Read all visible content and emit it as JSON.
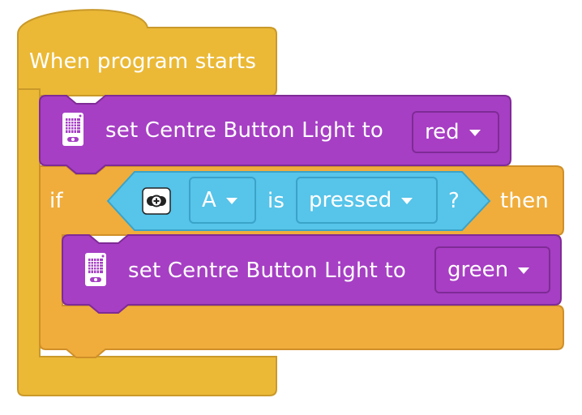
{
  "colors": {
    "event": "#ebb936",
    "event_border": "#c9992a",
    "control": "#f0ad3c",
    "control_border": "#cf8f28",
    "light": "#a63fc4",
    "light_border": "#7f2b96",
    "sensor": "#57c4e9",
    "sensor_border": "#3ba3c8"
  },
  "event_block": {
    "label": "When program starts"
  },
  "light_block_1": {
    "label": "set Centre Button Light to",
    "color_value": "red",
    "icon": "hub-icon"
  },
  "if_block": {
    "if_label": "if",
    "then_label": "then",
    "condition": {
      "icon": "force-sensor-icon",
      "port": "A",
      "is_label": "is",
      "state": "pressed",
      "question": "?"
    }
  },
  "light_block_2": {
    "label": "set Centre Button Light to",
    "color_value": "green",
    "icon": "hub-icon"
  }
}
